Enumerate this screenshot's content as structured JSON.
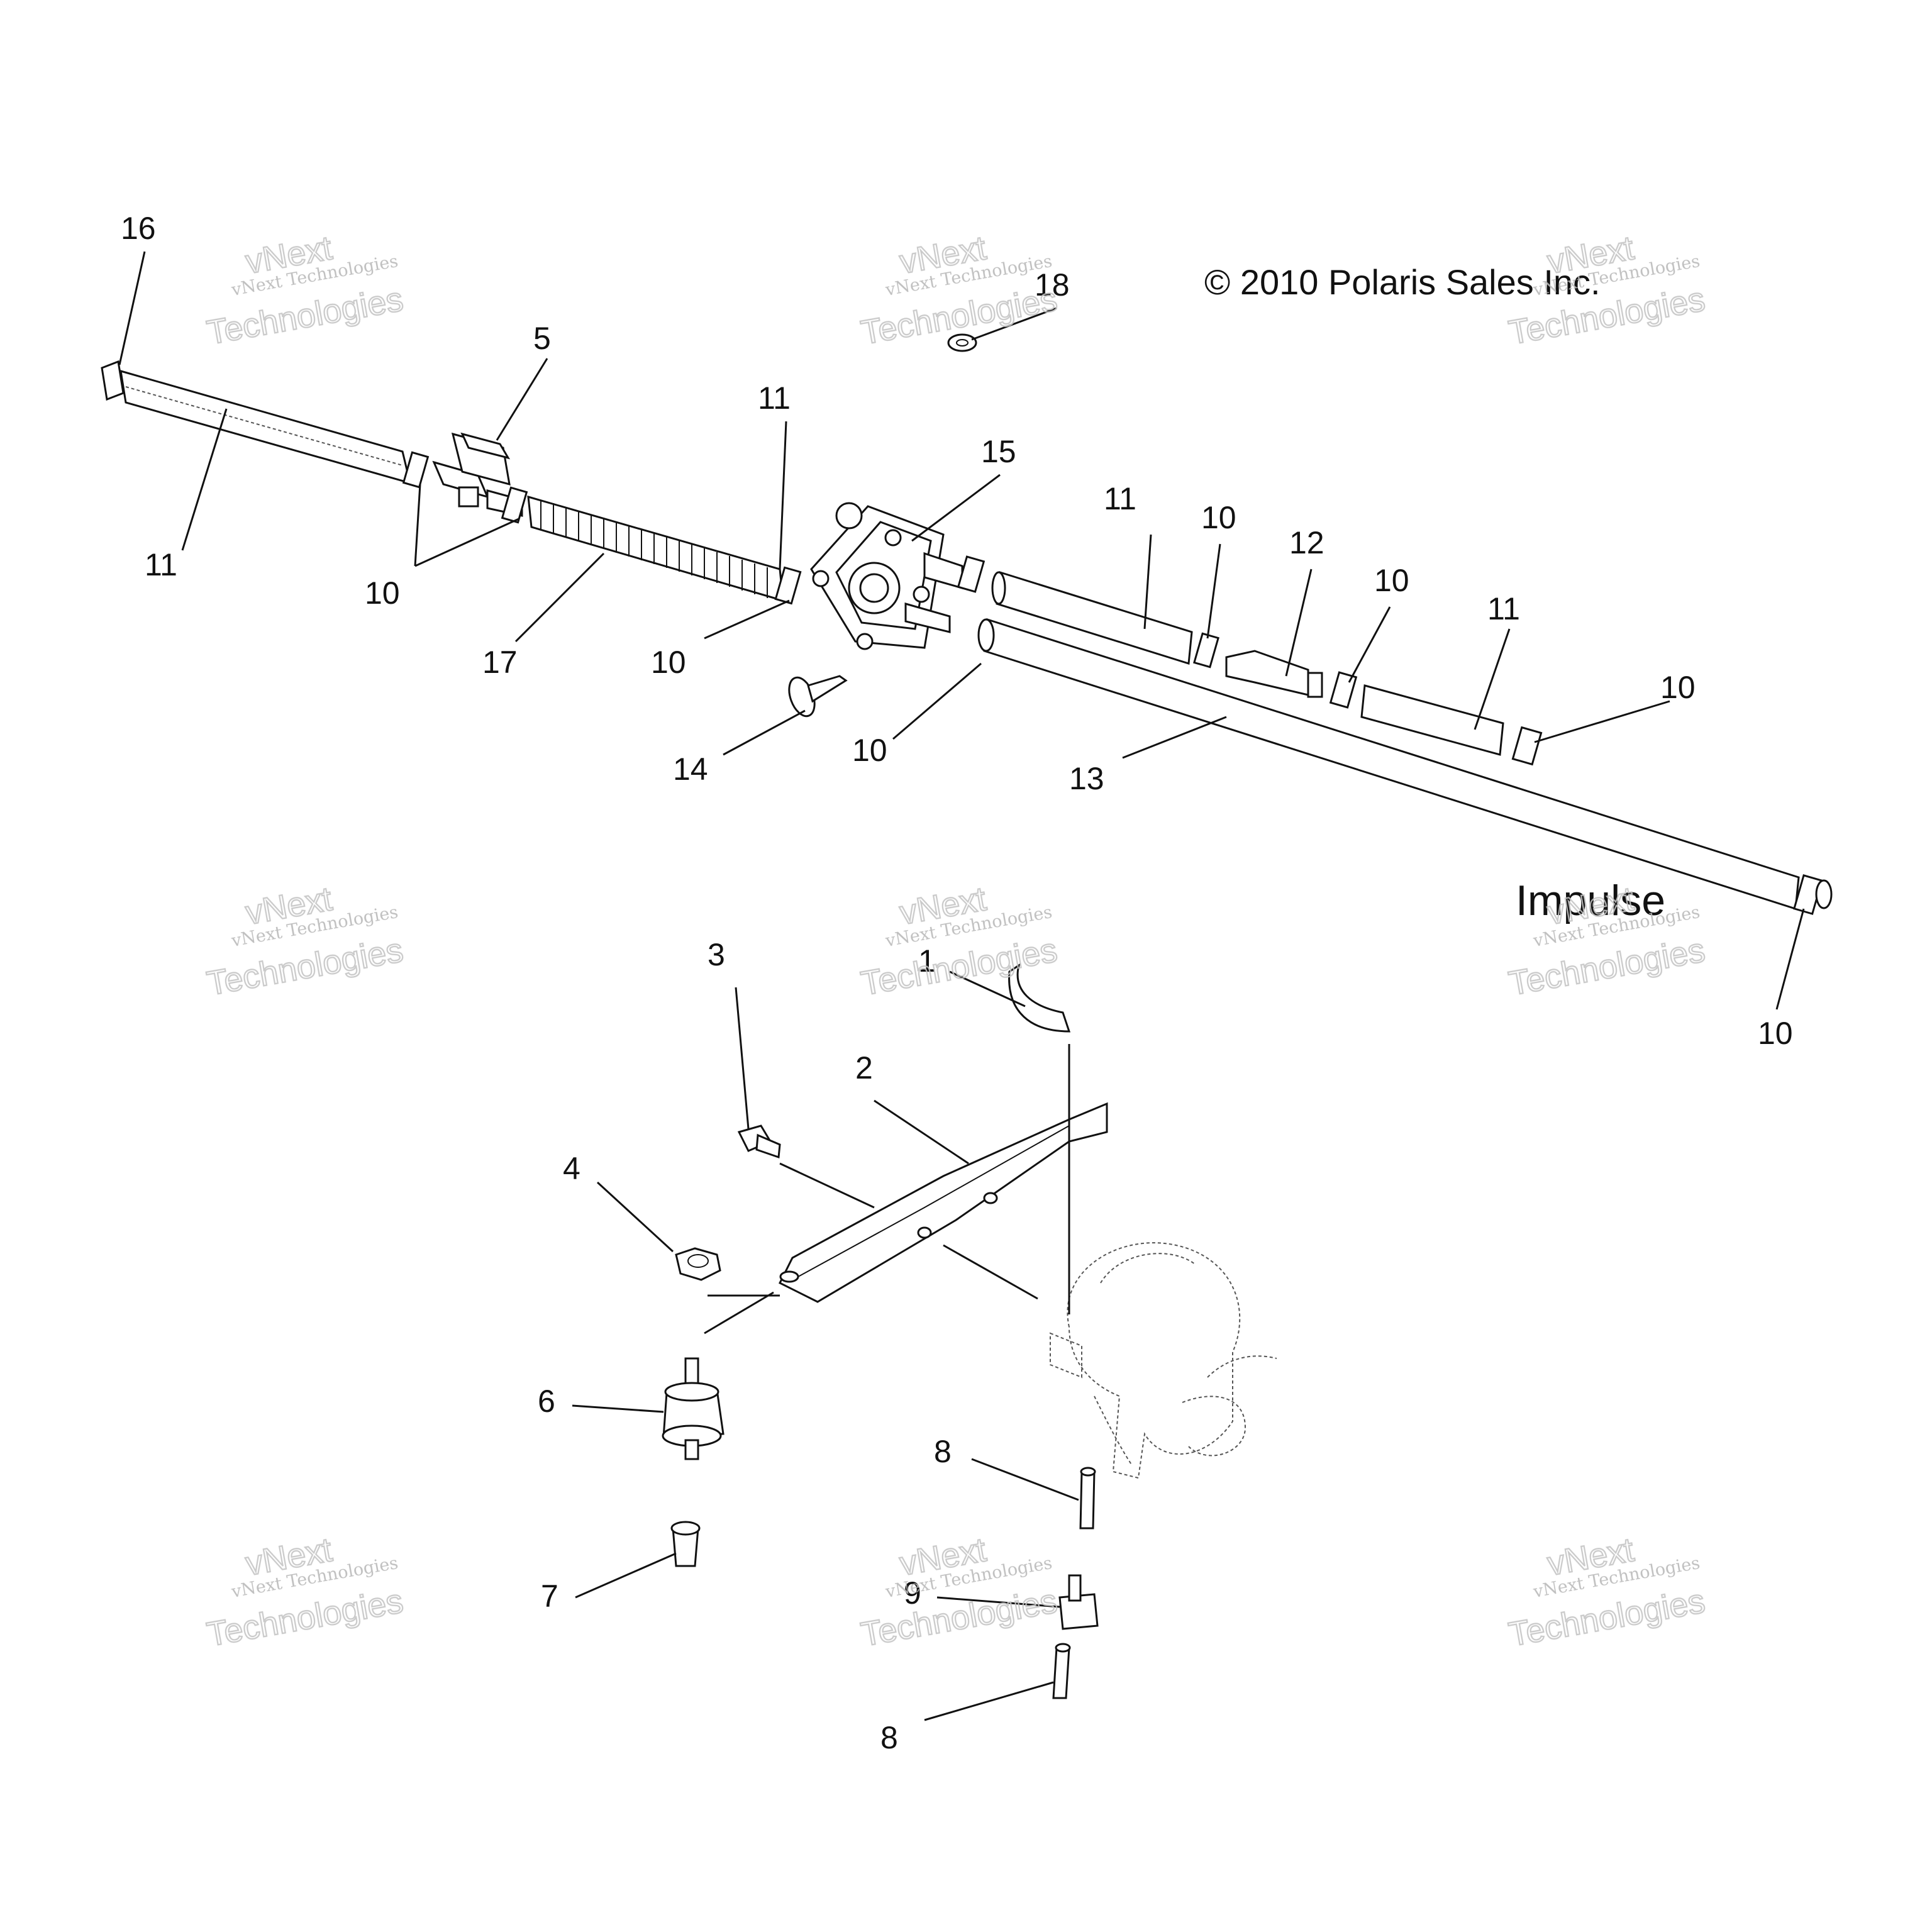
{
  "copyright": "© 2010 Polaris Sales Inc.",
  "model_label": "Impulse",
  "watermark": {
    "line1": "vNext Technologies",
    "line2": "vNext\nTechnologies"
  },
  "callouts": {
    "c16": "16",
    "c5": "5",
    "c11a": "11",
    "c11b": "11",
    "c10a": "10",
    "c17": "17",
    "c10b": "10",
    "c15": "15",
    "c18": "18",
    "c11c": "11",
    "c10c": "10",
    "c12": "12",
    "c10d": "10",
    "c11d": "11",
    "c10e": "10",
    "c14": "14",
    "c10f": "10",
    "c13": "13",
    "c10g": "10",
    "c3": "3",
    "c1": "1",
    "c2": "2",
    "c4": "4",
    "c6": "6",
    "c8a": "8",
    "c7": "7",
    "c9": "9",
    "c8b": "8"
  }
}
